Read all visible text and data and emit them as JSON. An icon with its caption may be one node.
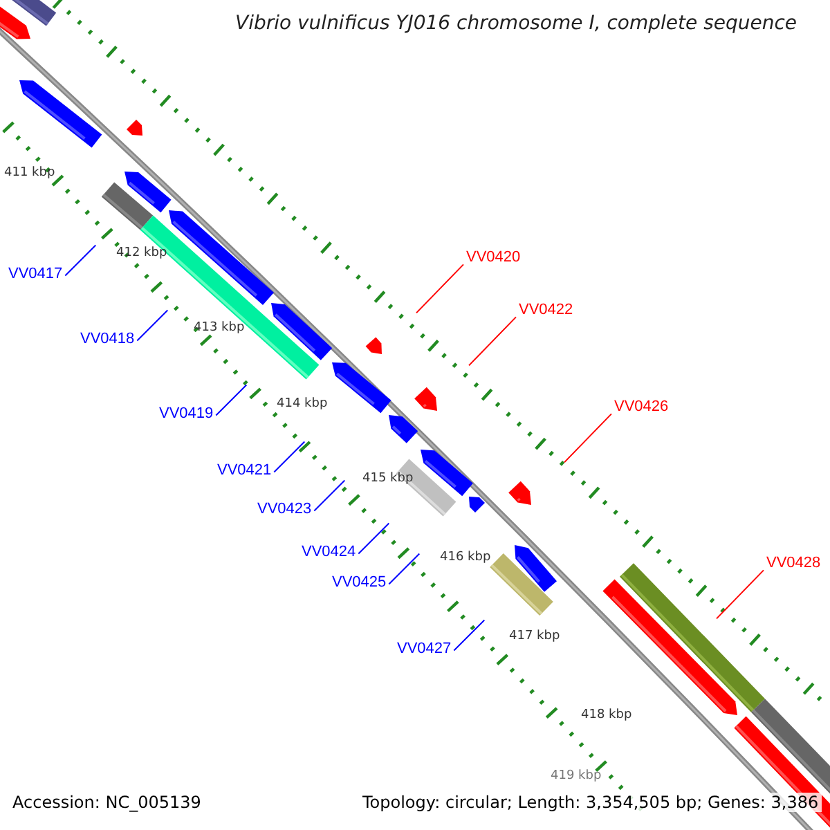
{
  "diagram": {
    "title": "Vibrio vulnificus YJ016 chromosome I, complete sequence",
    "nodes": [
      {
        "text": [
          "VV0420"
        ]
      },
      {
        "text": [
          "VV0417"
        ]
      },
      {
        "text": [
          "VV0422"
        ]
      },
      {
        "text": [
          "VV0418"
        ]
      },
      {
        "text": [
          "VV0426"
        ]
      },
      {
        "text": [
          "VV0419"
        ]
      },
      {
        "text": [
          "VV0421"
        ]
      },
      {
        "text": [
          "VV0423"
        ]
      },
      {
        "text": [
          "VV0424"
        ]
      },
      {
        "text": [
          "VV0428"
        ]
      },
      {
        "text": [
          "VV0425"
        ]
      },
      {
        "text": [
          "VV0427"
        ]
      }
    ],
    "edges": [
      {
        "from": 0,
        "to": null,
        "arrow": "none",
        "color": "#ff0000"
      },
      {
        "from": 1,
        "to": null,
        "arrow": "none"
      },
      {
        "from": 2,
        "to": null,
        "arrow": "none",
        "color": "#ff0000"
      },
      {
        "from": 3,
        "to": null,
        "arrow": "none"
      },
      {
        "from": 4,
        "to": null,
        "arrow": "none",
        "color": "#ff0000"
      },
      {
        "from": 5,
        "to": null,
        "arrow": "none"
      },
      {
        "from": 6,
        "to": null,
        "arrow": "none"
      },
      {
        "from": 7,
        "to": null,
        "arrow": "none"
      },
      {
        "from": 8,
        "to": null,
        "arrow": "none"
      },
      {
        "from": 9,
        "to": null,
        "arrow": "none",
        "color": "#ff0000"
      },
      {
        "from": 10,
        "to": null,
        "arrow": "none"
      },
      {
        "from": 11,
        "to": null,
        "arrow": "none"
      }
    ],
    "labels": [
      "411 kbp",
      "412 kbp",
      "413 kbp",
      "414 kbp",
      "415 kbp",
      "416 kbp",
      "417 kbp",
      "418 kbp",
      "419 kbp",
      "Accession: NC_005139",
      "Topology: circular; Length: 3,354,505 bp; Genes: 3,386"
    ]
  }
}
